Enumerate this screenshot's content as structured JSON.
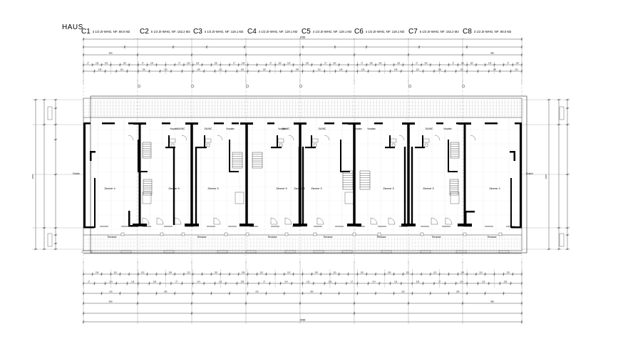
{
  "header": {
    "prefix": "HAUS",
    "units": [
      {
        "code": "C1",
        "desc": "3 1/2 ZI-WHG, NF: 88.0 M2"
      },
      {
        "code": "C2",
        "desc": "5 1/2 ZI-WHG, NF: 152.2 M2"
      },
      {
        "code": "C3",
        "desc": "4 1/2 ZI-WHG, NF: 119.1 M2"
      },
      {
        "code": "C4",
        "desc": "4 1/2 ZI-WHG, NF: 119.1 M2"
      },
      {
        "code": "C5",
        "desc": "4 1/2 ZI-WHG, NF: 119.1 M2"
      },
      {
        "code": "C6",
        "desc": "4 1/2 ZI-WHG, NF: 119.1 M2"
      },
      {
        "code": "C7",
        "desc": "5 1/2 ZI-WHG, NF: 152.2 M2"
      },
      {
        "code": "C8",
        "desc": "3 1/2 ZI-WHG, NF: 88.0 M2"
      }
    ]
  },
  "rooms": {
    "zimmer": [
      "Zimmer 4",
      "Zimmer 5",
      "Zimmer 5",
      "Zimmer 5",
      "Zimmer 5",
      "Zimmer 5",
      "Zimmer 5",
      "Zimmer 5",
      "Zimmer 4"
    ],
    "vorplatz": [
      "Vorplatz",
      "Vorplatz",
      "Vorplatz",
      "Vorplatz",
      "Vorplatz",
      "Vorplatz"
    ],
    "du_wc": [
      "DU/WC",
      "DU/WC",
      "DU/WC",
      "DU/WC",
      "DU/WC"
    ],
    "terrasse": [
      "Terrasse",
      "Terrasse",
      "Terrasse",
      "Terrasse",
      "Terrasse",
      "Terrasse",
      "Terrasse"
    ],
    "estrich_left": "Estrich",
    "estrich_right": "Estrich"
  },
  "dimensions": {
    "overall_top": "2066",
    "overall_bottom": "2066",
    "left_total": "1007",
    "right_total": "1007"
  }
}
